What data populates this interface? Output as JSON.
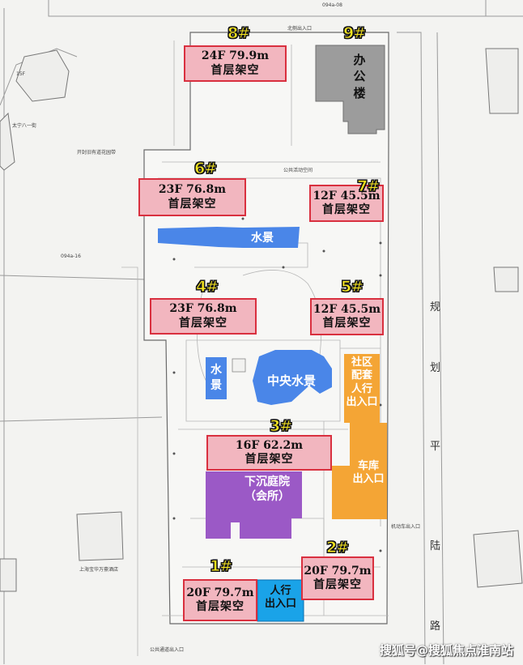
{
  "buildings": [
    {
      "number": "8#",
      "height": "24F 79.9m",
      "note": "首层架空"
    },
    {
      "number": "6#",
      "height": "23F 76.8m",
      "note": "首层架空"
    },
    {
      "number": "7#",
      "height": "12F 45.5m",
      "note": "首层架空"
    },
    {
      "number": "4#",
      "height": "23F 76.8m",
      "note": "首层架空"
    },
    {
      "number": "5#",
      "height": "12F 45.5m",
      "note": "首层架空"
    },
    {
      "number": "3#",
      "height": "16F 62.2m",
      "note": "首层架空"
    },
    {
      "number": "2#",
      "height": "20F 79.7m",
      "note": "首层架空"
    },
    {
      "number": "1#",
      "height": "20F 79.7m",
      "note": "首层架空"
    }
  ],
  "office": {
    "number": "9#",
    "label_chars": [
      "办",
      "公",
      "楼"
    ]
  },
  "water": {
    "north": "水景",
    "central": "中央水景",
    "west_chars": [
      "水",
      "景"
    ]
  },
  "courtyard": {
    "line1": "下沉庭院",
    "line2": "（会所）"
  },
  "entrances": {
    "community": [
      "社区",
      "配套",
      "人行",
      "出入口"
    ],
    "garage": [
      "车库",
      "出入口"
    ],
    "pedestrian": [
      "人行",
      "出入口"
    ]
  },
  "road": [
    "规",
    "划",
    "平",
    "陆",
    "路"
  ],
  "notes": [
    "094a-08",
    "15F",
    "太宁八一街",
    "开封旧有道花园带",
    "094a-16",
    "上海宝华万豪酒店",
    "公共通道出入口",
    "机动车出入口",
    "公共活动空间",
    "北侧出入口"
  ],
  "watermark": "搜狐号@搜狐焦点淮南站",
  "colors": {
    "building_fill": "#f2b6bf",
    "building_border": "#d9303f",
    "number_yellow": "#f8e71c",
    "water_blue": "#4a86e8",
    "courtyard_purple": "#9b59c6",
    "entrance_orange": "#f4a535",
    "pedestrian_blue": "#1aa3e8",
    "office_gray": "#9c9c9c"
  }
}
